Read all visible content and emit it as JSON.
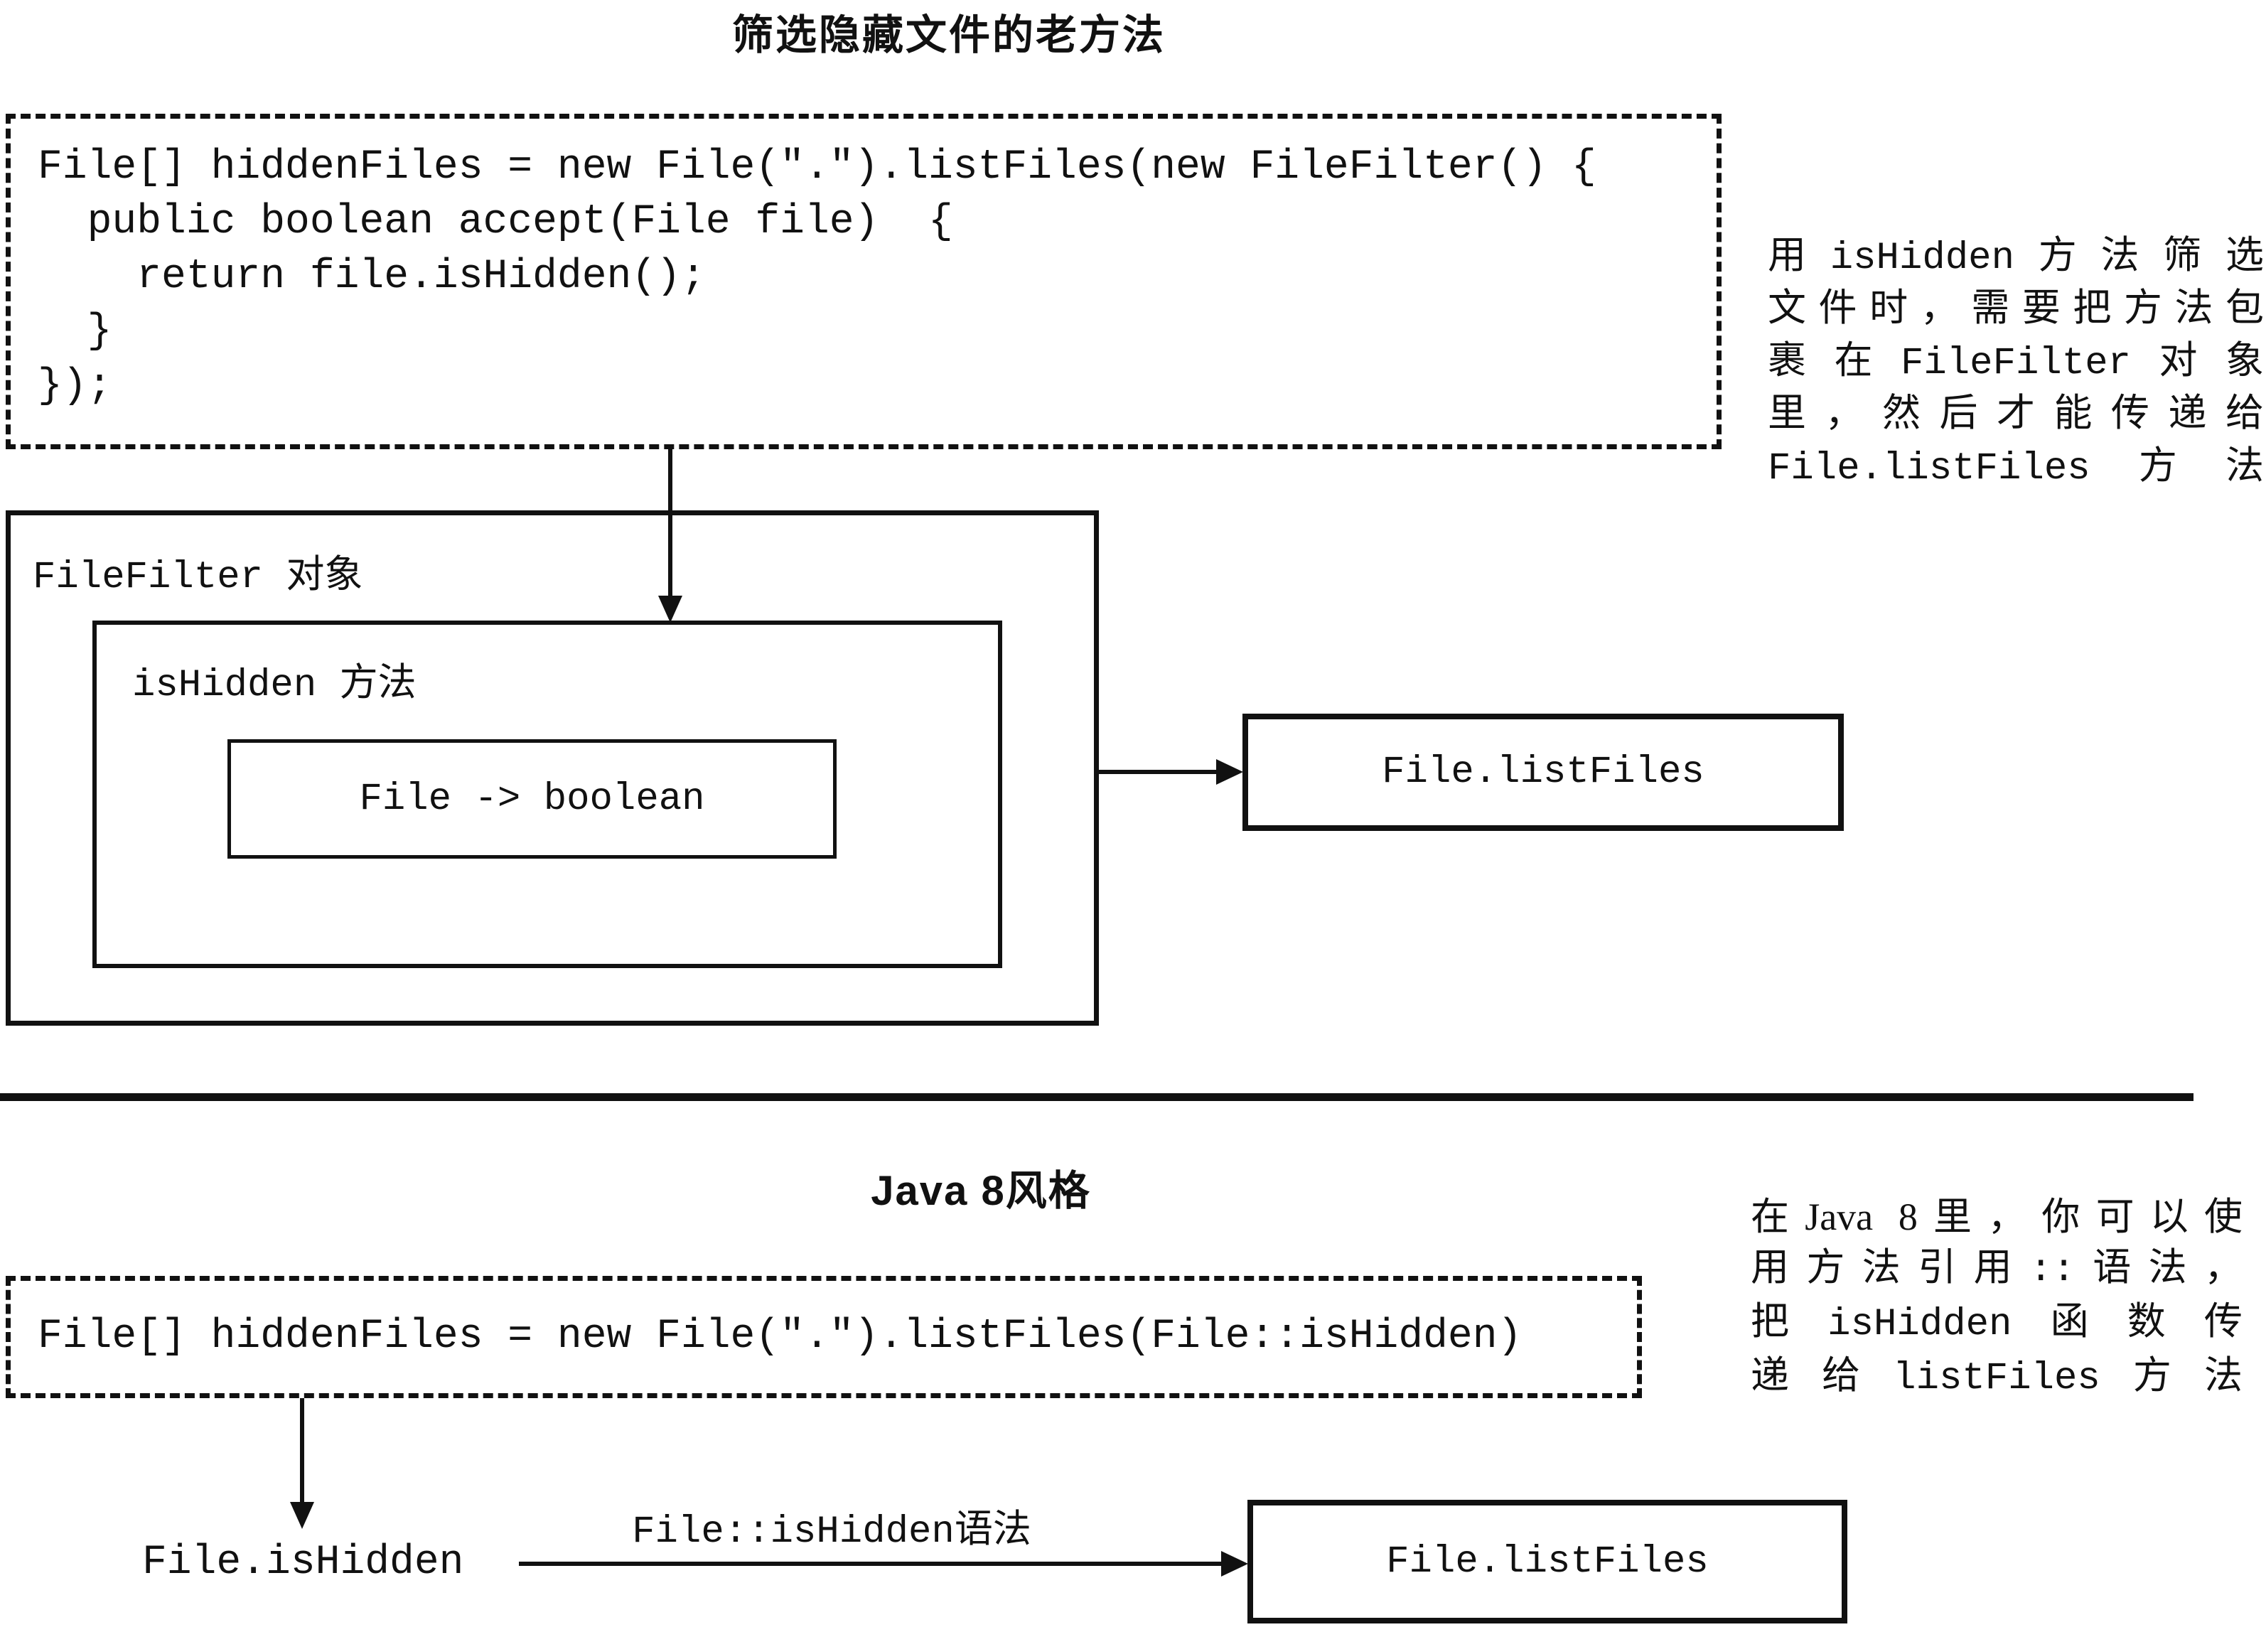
{
  "colors": {
    "ink": "#111111",
    "background": "#ffffff"
  },
  "top": {
    "title": "筛选隐藏文件的老方法",
    "code_lines": [
      "File[] hiddenFiles = new File(\".\").listFiles(new FileFilter() {",
      "  public boolean accept(File file)  {",
      "    return file.isHidden();",
      "  }",
      "});"
    ],
    "annotation_lines": [
      "用isHidden方法筛选",
      "文件时，需要把方法包",
      "裹在FileFilter对象",
      "里，然后才能传递给",
      "File.listFiles方法"
    ],
    "filefilter_label": "FileFilter 对象",
    "ishidden_label": "isHidden 方法",
    "lambda_text": "File -> boolean",
    "listfiles_label": "File.listFiles"
  },
  "bottom": {
    "title": "Java 8风格",
    "code_line": "File[] hiddenFiles = new File(\".\").listFiles(File::isHidden)",
    "annotation_lines": [
      "在Java 8里，你可以使",
      "用方法引用::语法，",
      "把isHidden函数传",
      "递给listFiles方法"
    ],
    "method_ref_label": "File.isHidden",
    "syntax_label": "File::isHidden语法",
    "listfiles_label": "File.listFiles"
  }
}
